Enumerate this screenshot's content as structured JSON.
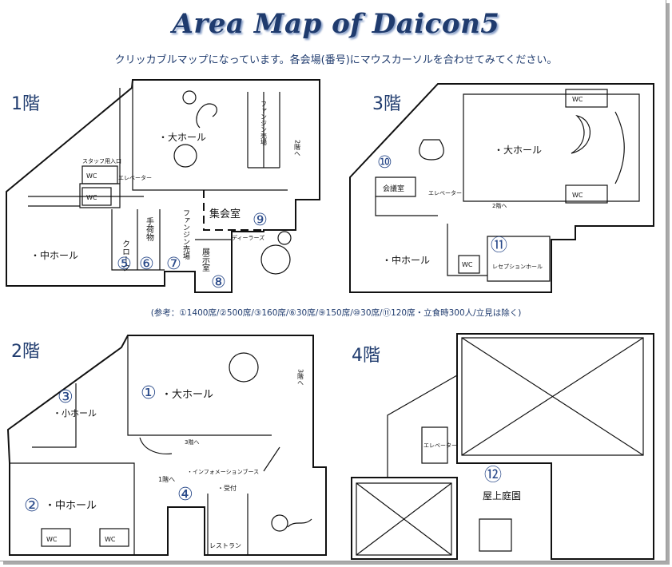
{
  "title": "Area Map of Daicon5",
  "subtitle": "クリッカブルマップになっています。各会場(番号)にマウスカーソルを合わせてみてください。",
  "capacity_note": "(参考：①1400席/②500席/③160席/⑥30席/⑨150席/⑩30席/⑪120席・立食時300人/立見は除く)",
  "floors": {
    "f1": {
      "label": "1階",
      "main_hall": "・大ホール",
      "middle_hall": "・中ホール",
      "cloak": "クローク",
      "guide": "手荷物",
      "toilet_a": "WC",
      "toilet_b": "WC",
      "shukai": "集会室",
      "exhibit": "展示室",
      "elevator": "エレベーター",
      "staff": "スタッフ用入口",
      "fanzine": "ファンジン売場",
      "fanzine2": "ファンジン売場",
      "dealers": "ディーラーズ",
      "stairs_2f": "2階へ",
      "rooms": [
        "⑤",
        "⑥",
        "⑦",
        "⑧",
        "⑨"
      ]
    },
    "f2": {
      "label": "2階",
      "main_hall": "・大ホール",
      "middle_hall": "・中ホール",
      "small_hall": "・小ホール",
      "info": "・インフォメーションブース",
      "reception": "・受付",
      "restaurant": "レストラン",
      "to_1f": "1階へ",
      "to_3f": "3階へ",
      "to_3f_b": "3階へ",
      "toilets": [
        "WC",
        "WC"
      ],
      "rooms": [
        "①",
        "②",
        "③",
        "④"
      ]
    },
    "f3": {
      "label": "3階",
      "main_hall": "・大ホール",
      "middle_hall": "・中ホール",
      "meeting": "会議室",
      "reception": "レセプションホール",
      "elevator": "エレベーター",
      "to_2f": "2階へ",
      "toilets": [
        "WC",
        "WC",
        "WC"
      ],
      "rooms": [
        "⑩",
        "⑪"
      ]
    },
    "f4": {
      "label": "4階",
      "elevator": "エレベーター",
      "rooftop": "屋上庭園",
      "rooms": [
        "⑫"
      ]
    }
  }
}
